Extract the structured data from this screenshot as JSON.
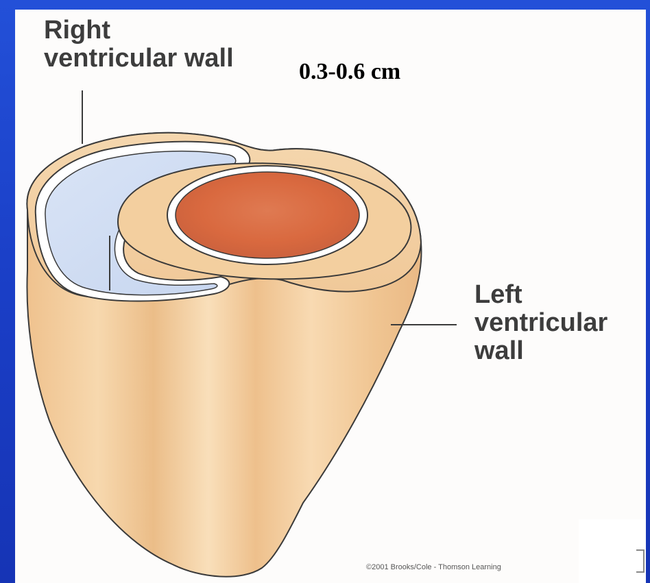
{
  "labels": {
    "right_ventricular_wall_line1": "Right",
    "right_ventricular_wall_line2": "ventricular wall",
    "measurement": "0.3-0.6 cm",
    "left_ventricular_wall_line1": "Left",
    "left_ventricular_wall_line2": "ventricular",
    "left_ventricular_wall_line3": "wall"
  },
  "credit": "©2001 Brooks/Cole - Thomson Learning",
  "colors": {
    "slide_background": "#1a3fc4",
    "panel_background": "#fdfcfb",
    "myocardium": "#f3cf9f",
    "myocardium_shadow": "#e4b27c",
    "right_ventricle_cavity": "#cfdcf2",
    "left_ventricle_cavity": "#d96a45",
    "outline": "#3a3a3a",
    "label_text": "#3d3d3d",
    "measure_text": "#000000"
  }
}
